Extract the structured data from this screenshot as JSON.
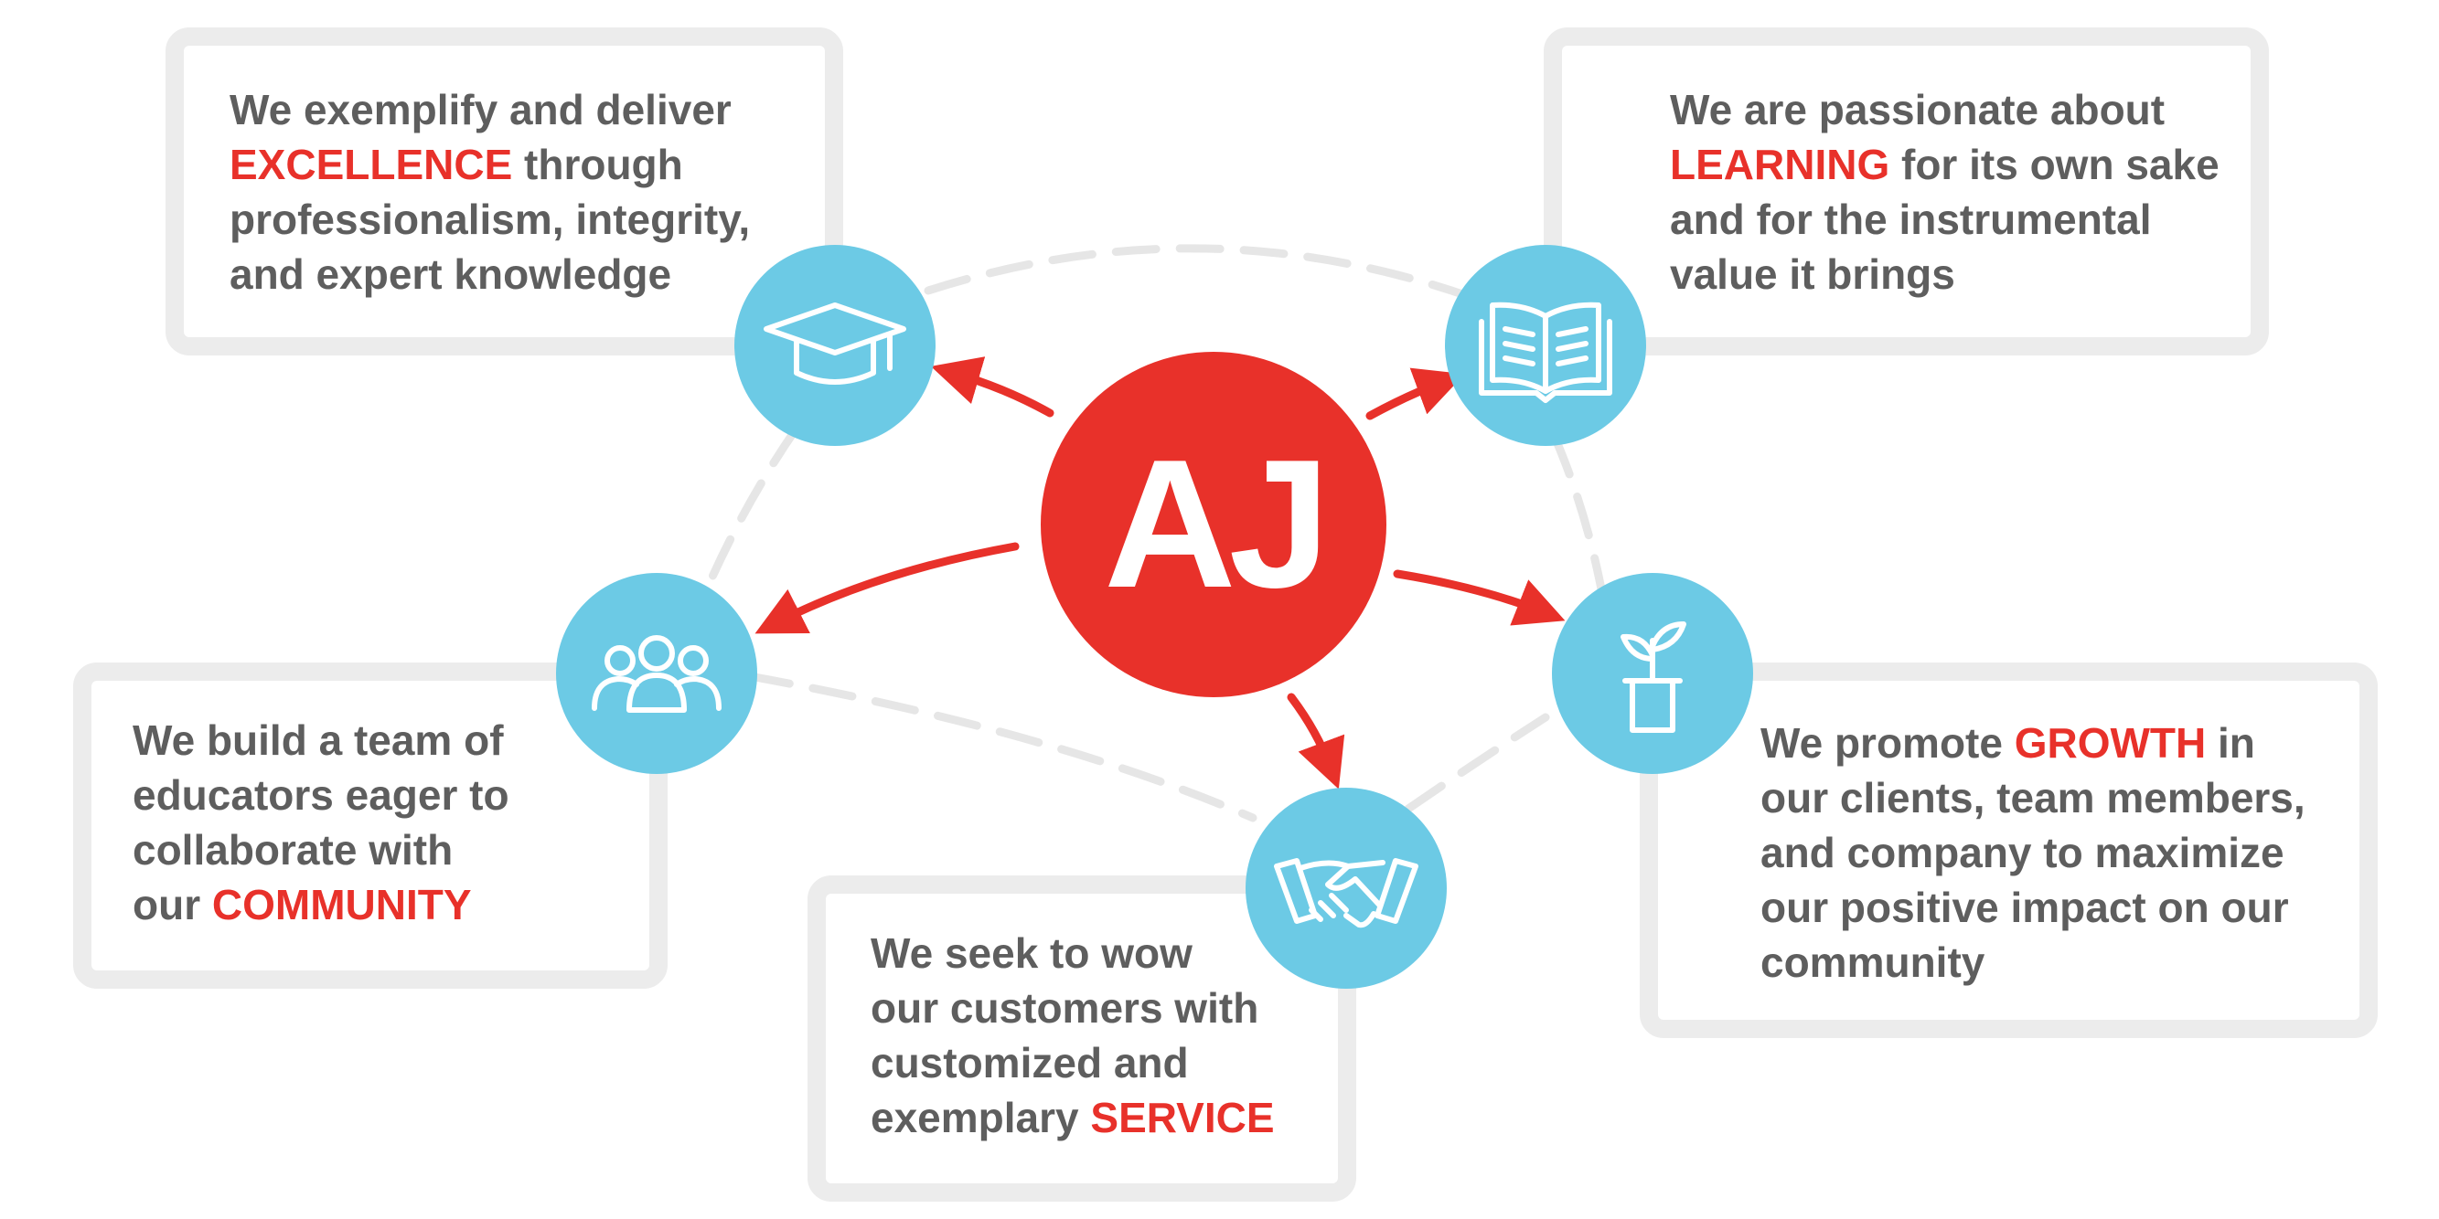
{
  "center": {
    "label": "AJ"
  },
  "values": [
    {
      "id": "excellence",
      "icon": "graduation-cap-icon",
      "pre": "We exemplify and deliver\n",
      "keyword": "EXCELLENCE",
      "post": " through\nprofessionalism, integrity,\nand expert knowledge"
    },
    {
      "id": "learning",
      "icon": "open-book-icon",
      "pre": "We are passionate about\n",
      "keyword": "LEARNING",
      "post": " for its own sake\nand for the instrumental\nvalue it brings"
    },
    {
      "id": "community",
      "icon": "team-icon",
      "pre": "We build a team of\neducators eager to\ncollaborate with\nour ",
      "keyword": "COMMUNITY",
      "post": ""
    },
    {
      "id": "growth",
      "icon": "sprout-pot-icon",
      "pre": "We promote ",
      "keyword": "GROWTH",
      "post": " in\nour clients, team members,\nand company to maximize\nour positive impact on our\ncommunity"
    },
    {
      "id": "service",
      "icon": "handshake-icon",
      "pre": "We seek to wow\nour customers with\ncustomized and\nexemplary ",
      "keyword": "SERVICE",
      "post": ""
    }
  ],
  "colors": {
    "accent": "#e8312a",
    "icon_bg": "#6ccae5",
    "text": "#5e5e5e",
    "card_border": "#ececec",
    "dash": "#e6e6e6"
  }
}
